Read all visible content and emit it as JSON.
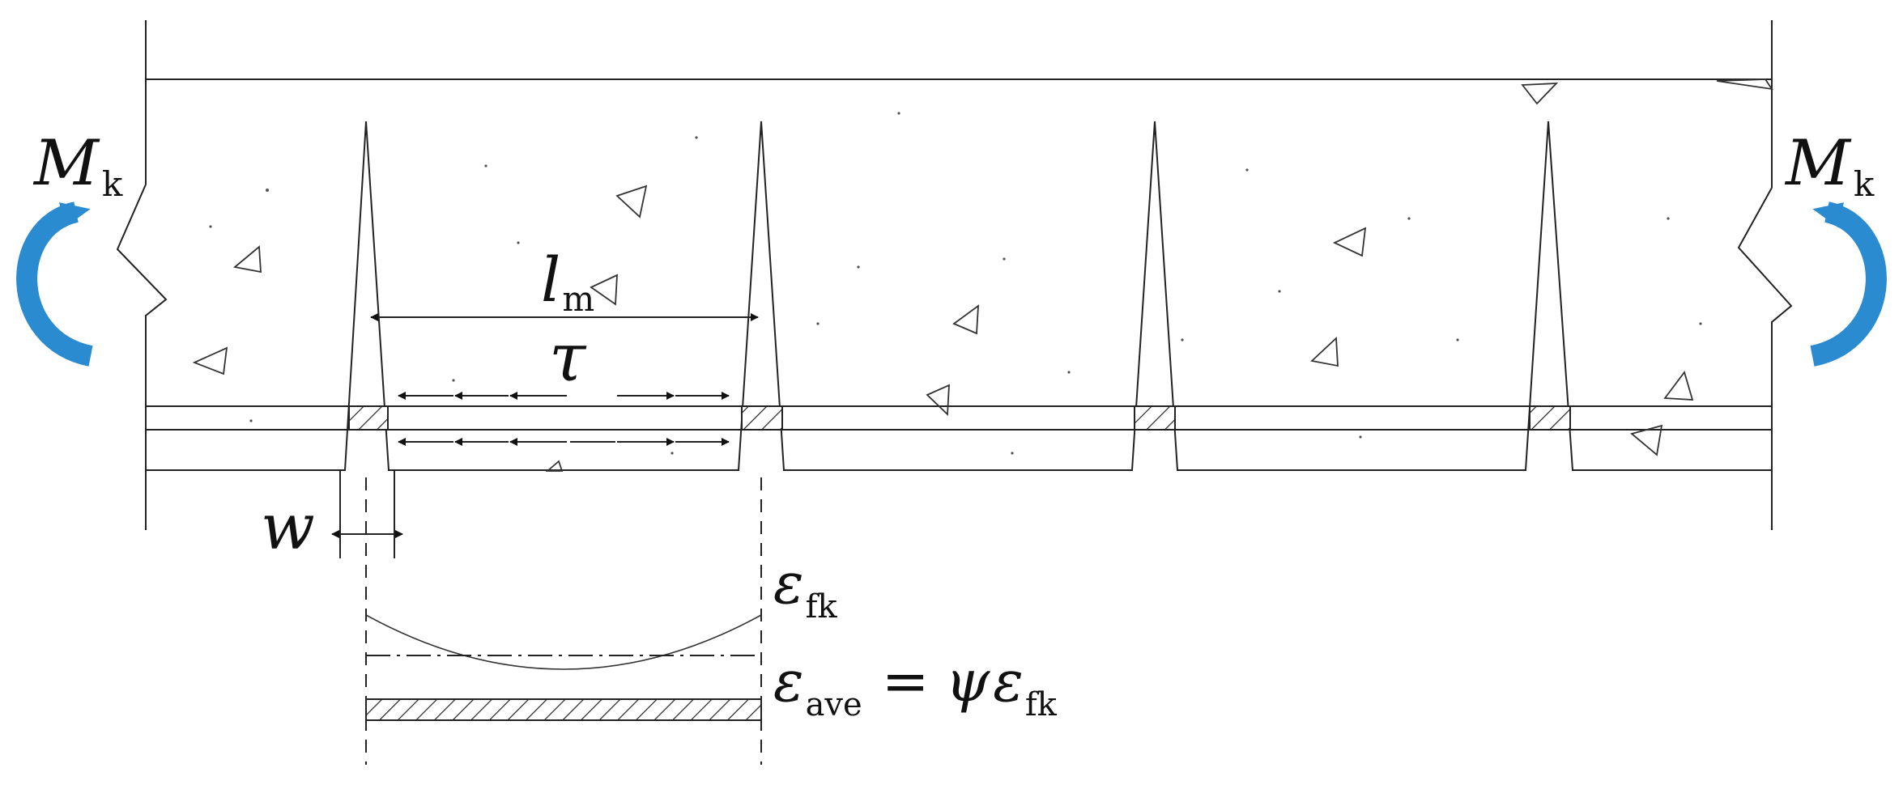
{
  "labels": {
    "moment_left": {
      "main": "M",
      "sub": "k"
    },
    "moment_right": {
      "main": "M",
      "sub": "k"
    },
    "spacing": {
      "main": "l",
      "sub": "m"
    },
    "bond_stress": "τ",
    "crack_width": "w",
    "strain_peak": {
      "main": "ε",
      "sub": "fk"
    },
    "strain_avg": {
      "main": "ε",
      "sub": "ave",
      "eq": "=",
      "psi": "ψ",
      "main2": "ε",
      "sub2": "fk"
    }
  },
  "colors": {
    "moment_arrow": "#2a8bd0",
    "line": "#222222"
  },
  "icons": {
    "moment_left": "curved-arrow-clockwise-icon",
    "moment_right": "curved-arrow-counterclockwise-icon"
  }
}
